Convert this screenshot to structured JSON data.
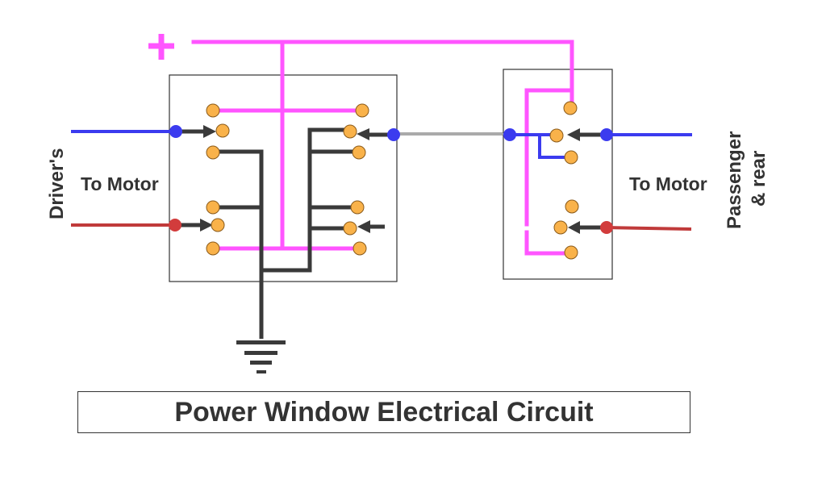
{
  "title": "Power Window Electrical Circuit",
  "labels": {
    "plus_sign": "+",
    "drivers_label": "Driver's",
    "to_motor_left": "To Motor",
    "to_motor_right": "To Motor",
    "passenger_line1": "Passenger",
    "passenger_line2": "& rear"
  },
  "colors": {
    "power_wire": "#ff55ff",
    "blue_wire": "#3b3bef",
    "red_wire": "#c03a3a",
    "ground_wire": "#3a3a3a",
    "contact_fill": "#f9b24a",
    "contact_stroke": "#8a5a1a",
    "blue_node": "#3b3bef",
    "red_node": "#d23c3c",
    "box_border": "#333333",
    "text": "#333333"
  },
  "components": {
    "drivers_switch": "Driver's master switch (two rocker switches)",
    "passenger_switch": "Passenger & rear switch",
    "ground": "ground-symbol",
    "power_source": "plus-terminal"
  }
}
